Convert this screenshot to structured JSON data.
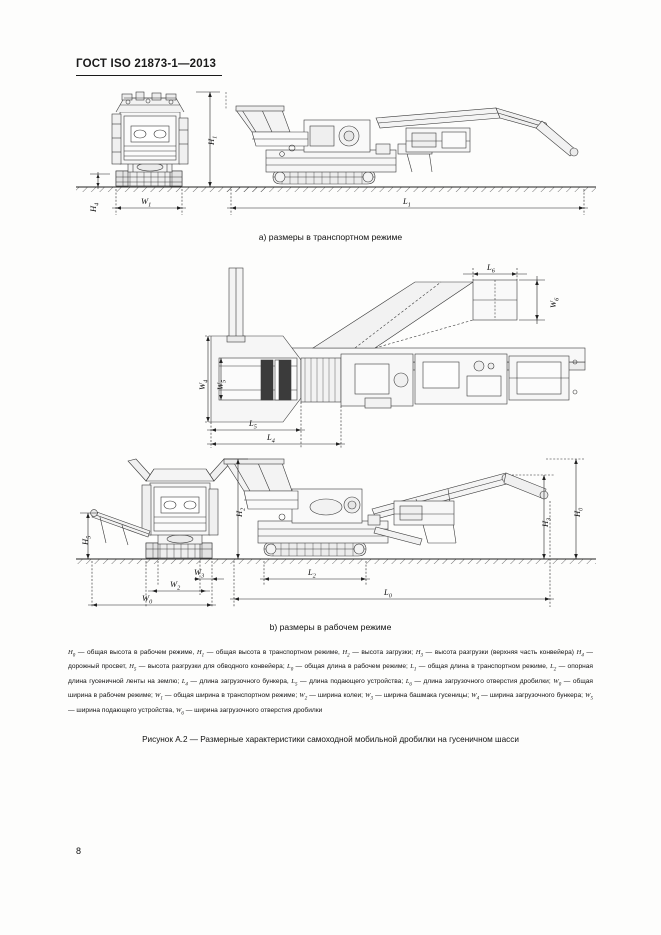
{
  "document": {
    "header": "ГОСТ ISO 21873-1—2013",
    "page_number": "8"
  },
  "figures": {
    "a": {
      "caption": "a)  размеры в транспортном режиме",
      "labels": [
        {
          "id": "H4",
          "base": "H",
          "sub": "4"
        },
        {
          "id": "W1",
          "base": "W",
          "sub": "1"
        },
        {
          "id": "H1",
          "base": "H",
          "sub": "1"
        },
        {
          "id": "L1",
          "base": "L",
          "sub": "1"
        }
      ]
    },
    "middle": {
      "labels": [
        {
          "id": "L6",
          "base": "L",
          "sub": "6"
        },
        {
          "id": "W6",
          "base": "W",
          "sub": "6"
        },
        {
          "id": "W4",
          "base": "W",
          "sub": "4"
        },
        {
          "id": "W5",
          "base": "W",
          "sub": "5"
        },
        {
          "id": "L5",
          "base": "L",
          "sub": "5"
        },
        {
          "id": "L4",
          "base": "L",
          "sub": "4"
        }
      ]
    },
    "b": {
      "caption": "b)  размеры в рабочем режиме",
      "labels": [
        {
          "id": "H5",
          "base": "H",
          "sub": "5"
        },
        {
          "id": "H2",
          "base": "H",
          "sub": "2"
        },
        {
          "id": "H3",
          "base": "H",
          "sub": "3"
        },
        {
          "id": "H0",
          "base": "H",
          "sub": "0"
        },
        {
          "id": "W3",
          "base": "W",
          "sub": "3"
        },
        {
          "id": "W2",
          "base": "W",
          "sub": "2"
        },
        {
          "id": "W0",
          "base": "W",
          "sub": "0"
        },
        {
          "id": "L2",
          "base": "L",
          "sub": "2"
        },
        {
          "id": "L0",
          "base": "L",
          "sub": "0"
        }
      ]
    }
  },
  "legend": {
    "text": "H0 — общая высота в рабочем режиме, H1 — общая высота в транспортном режиме, H2 — высота загрузки; H3 — высота разгрузки (верхняя часть конвейера)  H4 — дорожный просвет, H5 — высота разгрузки для обводного конвейера; L0 — общая длина в рабочем режиме; L1 — общая длина в транспортном режиме, L2 — опорная длина гусеничной ленты на землю; L4 — длина загрузочного бункера, L5 — длина подающего устройства; L6 — длина загрузочного отверстия дробилки; W0 — общая ширина в рабочем режиме; W1 — общая ширина в транспортном режиме; W2 — ширина колеи; W3 — ширина башмака гусеницы; W4 — ширина загрузочного бункера; W5 — ширина подающего устройства, W6 — ширина загрузочного отверстия дробилки"
  },
  "figure_caption": {
    "text": "Рисунок А.2 — Размерные характеристики самоходной мобильной дробилки на гусеничном шасси"
  }
}
